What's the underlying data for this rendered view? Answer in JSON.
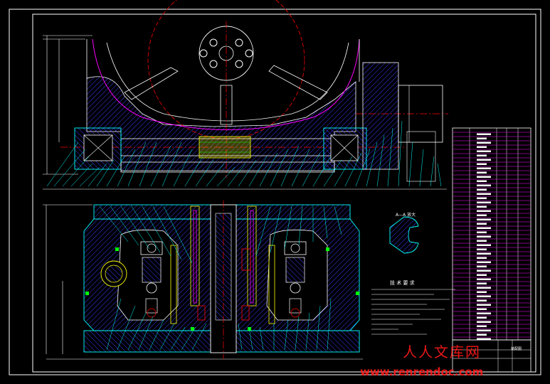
{
  "drawing": {
    "section_view_label": "A—A 放大",
    "technical_requirements_title": "技 术 要 求",
    "title_block_label": "装配图",
    "watermark_cn": "人人文库网",
    "watermark_url": "www.renrendoc.com"
  },
  "colors": {
    "background": "#000000",
    "frame": "#ffffff",
    "outline": "#00ffff",
    "hatch": "#4040ff",
    "centerline": "#ff0000",
    "phantom": "#ff00ff",
    "part_lines": "#ffff00",
    "parts_table": "#ff00ff",
    "watermark": "#ff1a1a"
  },
  "icons": [
    "balloon-leader-icon",
    "hatch-pattern-icon"
  ]
}
